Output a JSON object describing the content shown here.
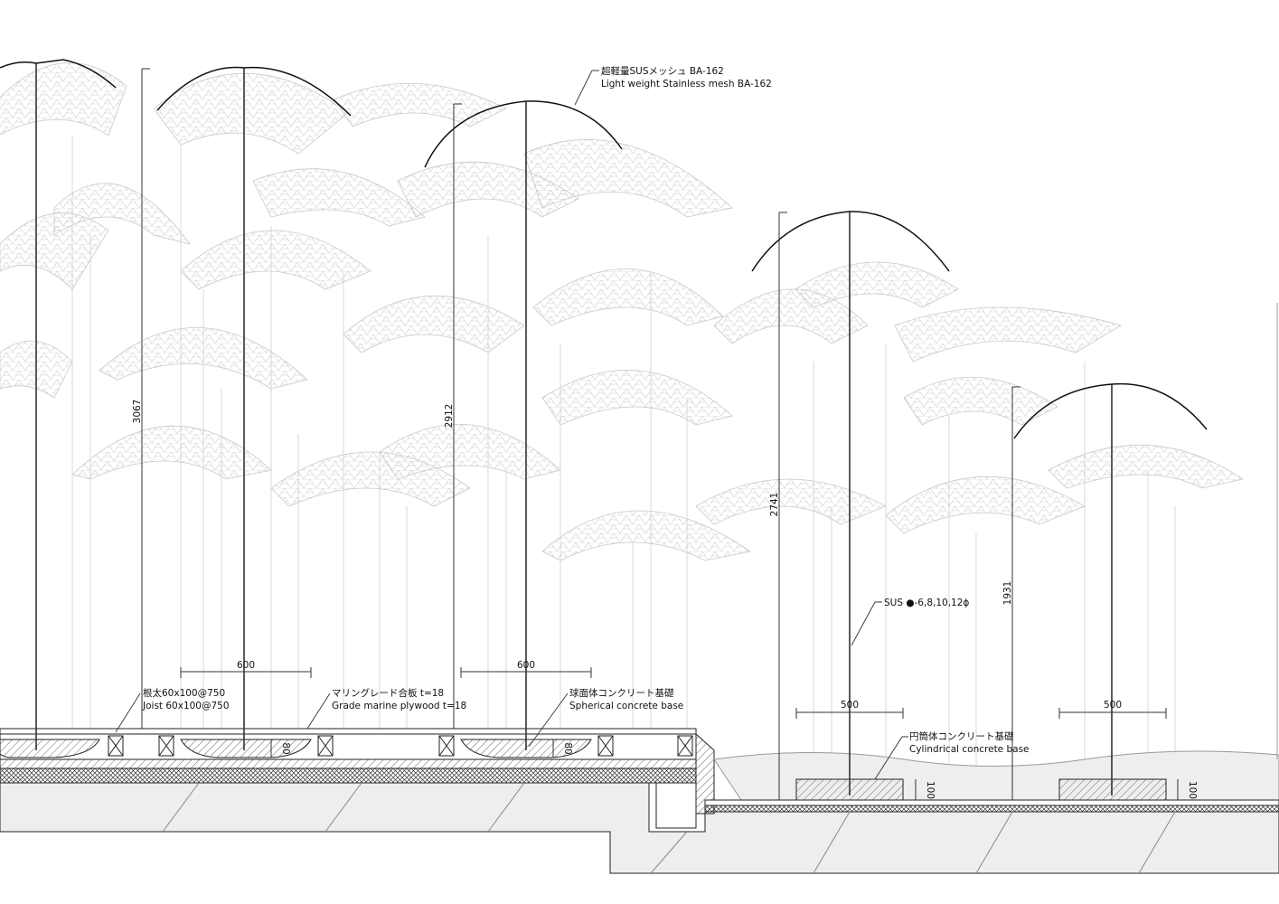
{
  "annotations": {
    "mesh_ja": "超軽量SUSメッシュ BA-162",
    "mesh_en": "Light weight Stainless mesh BA-162",
    "joist_ja": "根太60x100@750",
    "joist_en": "Joist 60x100@750",
    "plywood_ja": "マリングレード合板 t=18",
    "plywood_en": "Grade marine plywood t=18",
    "sphere_ja": "球面体コンクリート基礎",
    "sphere_en": "Spherical concrete base",
    "rod": "SUS ●-6,8,10,12ϕ",
    "cyl_ja": "円筒体コンクリート基礎",
    "cyl_en": "Cylindrical concrete base"
  },
  "dimensions": {
    "h1": "3067",
    "h2": "2912",
    "h3": "2741",
    "h4": "1931",
    "span_a": "600",
    "span_b": "600",
    "span_c": "500",
    "span_d": "500",
    "base_a": "80",
    "base_b": "80",
    "base_c": "100",
    "base_d": "100"
  },
  "colors": {
    "line": "#222222",
    "mesh": "#c8c8c8",
    "fill": "#eeeeee"
  }
}
